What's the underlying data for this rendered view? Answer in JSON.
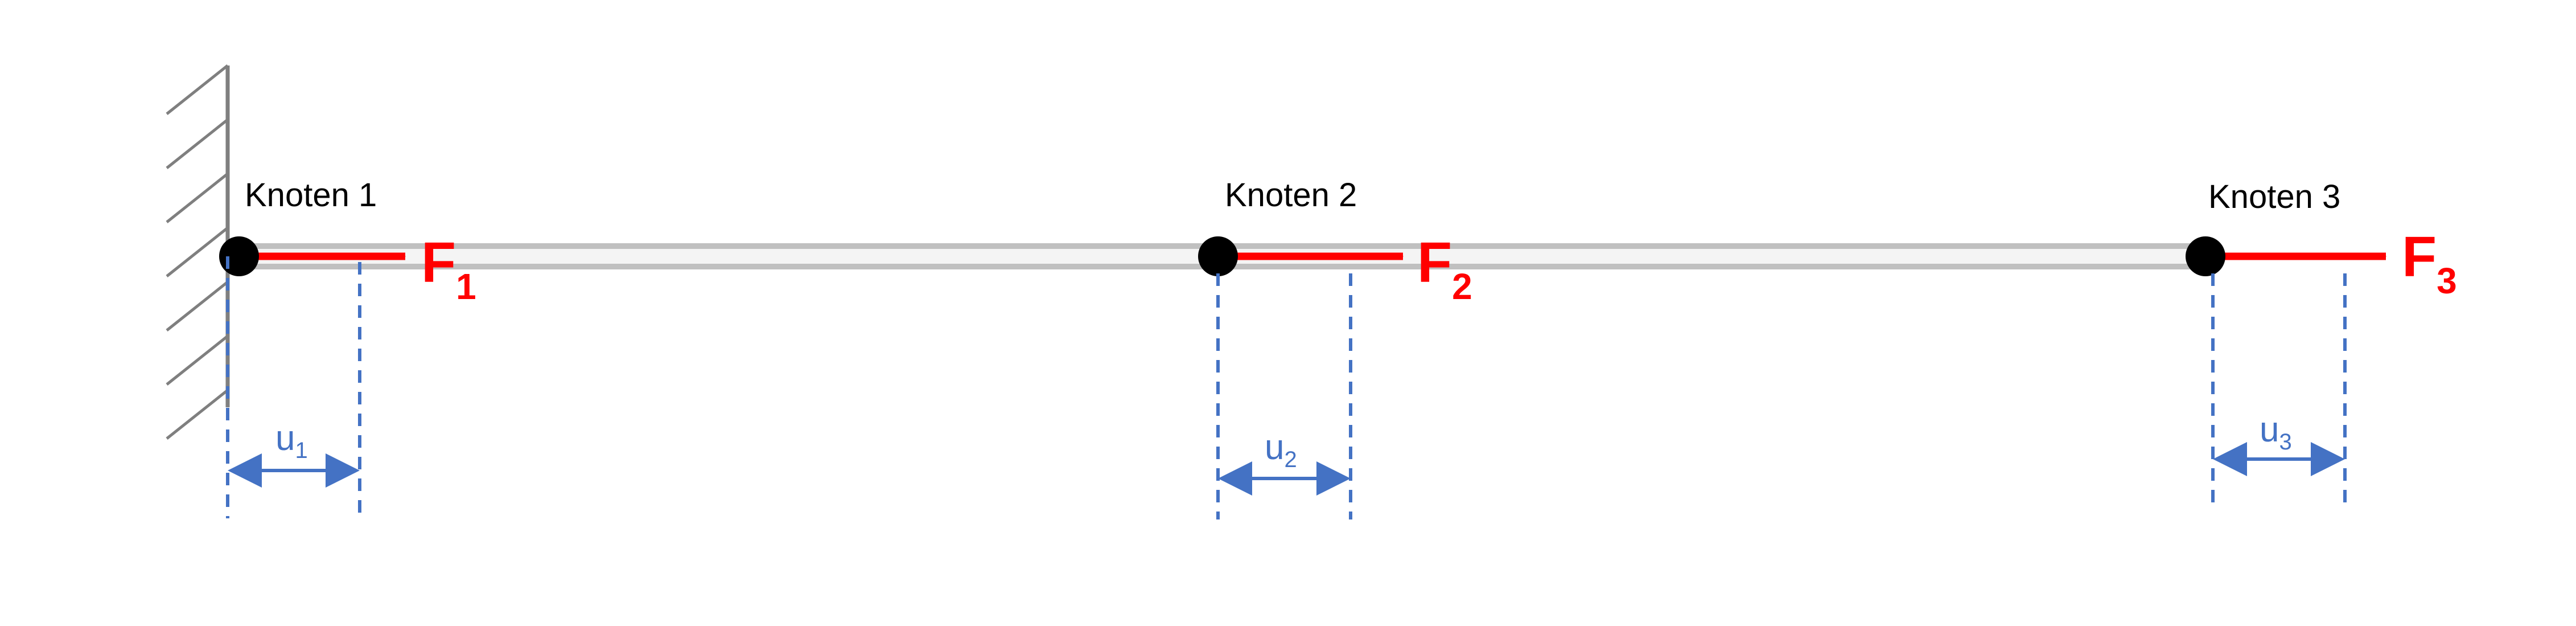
{
  "nodes": [
    {
      "label": "Knoten 1",
      "force": {
        "symbol": "F",
        "sub": "1"
      },
      "displacement": {
        "symbol": "u",
        "sub": "1"
      }
    },
    {
      "label": "Knoten 2",
      "force": {
        "symbol": "F",
        "sub": "2"
      },
      "displacement": {
        "symbol": "u",
        "sub": "2"
      }
    },
    {
      "label": "Knoten 3",
      "force": {
        "symbol": "F",
        "sub": "3"
      },
      "displacement": {
        "symbol": "u",
        "sub": "3"
      }
    }
  ],
  "colors": {
    "force": "#ff0000",
    "displacement": "#4472c4",
    "bar": "#c0c0c0",
    "node": "#000000",
    "support": "#7f7f7f"
  }
}
